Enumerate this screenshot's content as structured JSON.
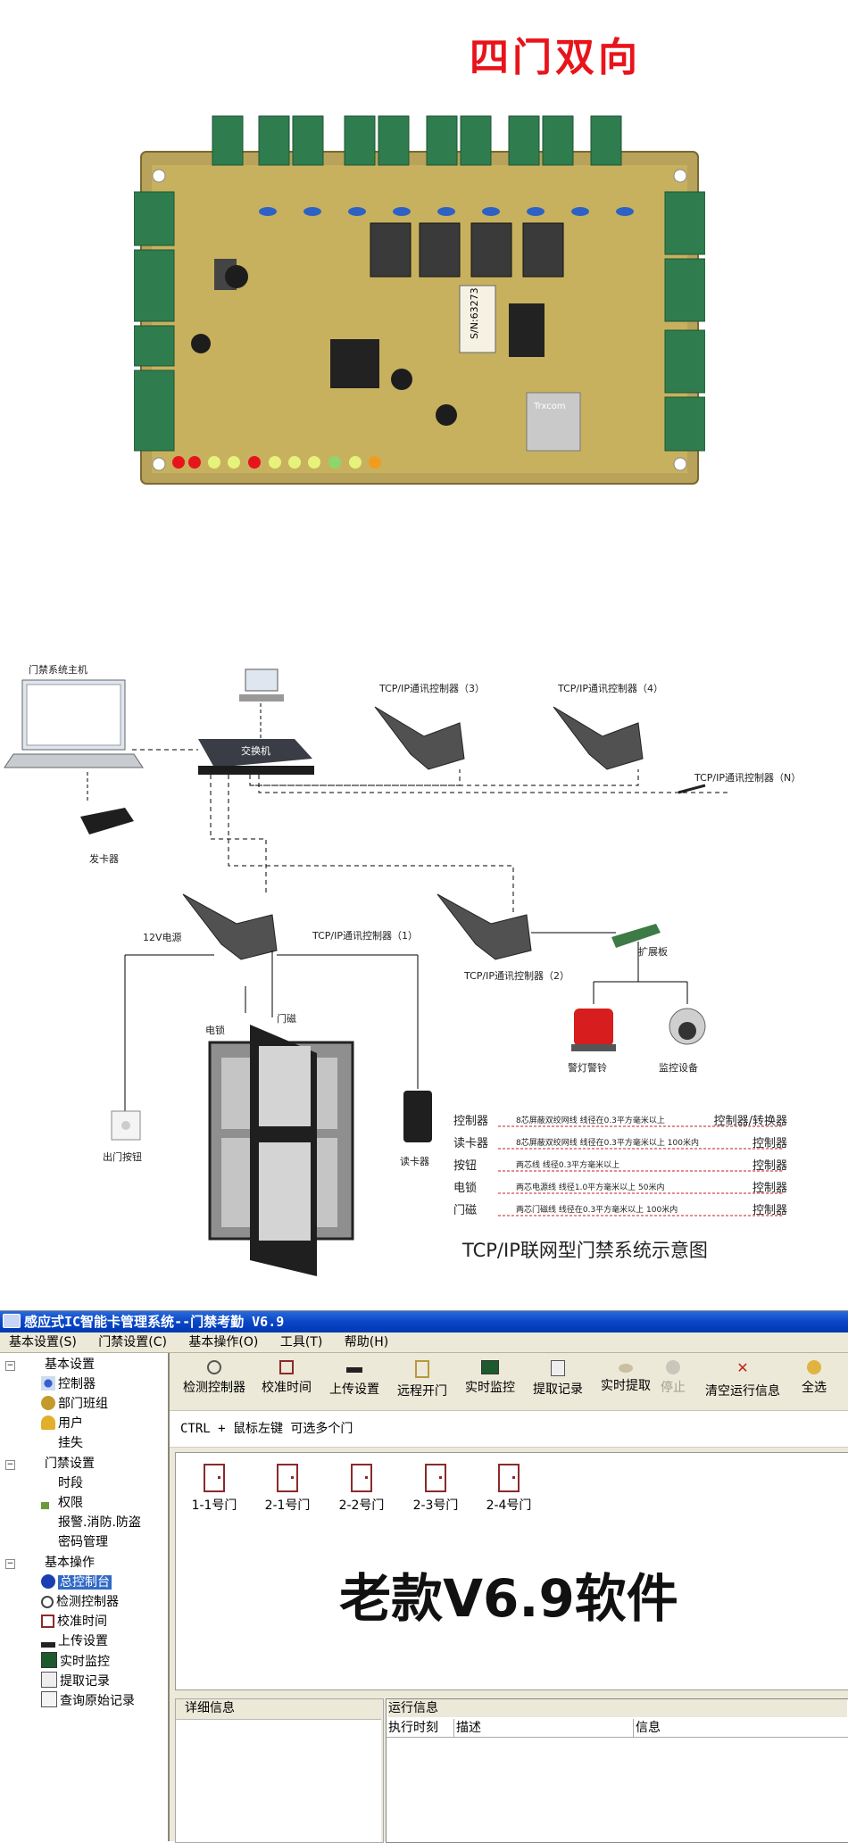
{
  "section1": {
    "title": "四门双向",
    "pcb": {
      "serial": "S/N:63273",
      "brand": "Trxcom"
    }
  },
  "diagram": {
    "host_label": "门禁系统主机",
    "switch_label": "交换机",
    "card_issuer_label": "发卡器",
    "controller3_label": "TCP/IP通讯控制器（3）",
    "controller4_label": "TCP/IP通讯控制器（4）",
    "controllerN_label": "TCP/IP通讯控制器（N）",
    "controller1_label": "TCP/IP通讯控制器（1）",
    "controller2_label": "TCP/IP通讯控制器（2）",
    "power_label": "12V电源",
    "expansion_label": "扩展板",
    "lock_label": "电锁",
    "magnet_label": "门磁",
    "exit_button_label": "出门按钮",
    "reader_label": "读卡器",
    "alarm_label": "警灯警铃",
    "monitor_label": "监控设备",
    "diagram_caption": "TCP/IP联网型门禁系统示意图",
    "wiring_table": [
      {
        "left": "控制器",
        "spec": "8芯屏蔽双绞网线   线径在0.3平方毫米以上",
        "right": "控制器/转换器"
      },
      {
        "left": "读卡器",
        "spec": "8芯屏蔽双绞网线   线径在0.3平方毫米以上   100米内",
        "right": "控制器"
      },
      {
        "left": "按钮",
        "spec": "两芯线   线径0.3平方毫米以上",
        "right": "控制器"
      },
      {
        "left": "电锁",
        "spec": "两芯电源线   线径1.0平方毫米以上   50米内",
        "right": "控制器"
      },
      {
        "left": "门磁",
        "spec": "两芯门磁线   线径在0.3平方毫米以上   100米内",
        "right": "控制器"
      }
    ]
  },
  "app": {
    "title": "感应式IC智能卡管理系统--门禁考勤 V6.9",
    "menu": [
      "基本设置(S)",
      "门禁设置(C)",
      "基本操作(O)",
      "工具(T)",
      "帮助(H)"
    ],
    "tree": {
      "group1": "基本设置",
      "g1_items": [
        "控制器",
        "部门班组",
        "用户",
        "挂失"
      ],
      "group2": "门禁设置",
      "g2_items": [
        "时段",
        "权限",
        "报警.消防.防盗",
        "密码管理"
      ],
      "group3": "基本操作",
      "g3_items": [
        "总控制台",
        "检测控制器",
        "校准时间",
        "上传设置",
        "实时监控",
        "提取记录",
        "查询原始记录"
      ]
    },
    "toolbar": [
      "检测控制器",
      "校准时间",
      "上传设置",
      "远程开门",
      "实时监控",
      "提取记录",
      "实时提取",
      "停止",
      "清空运行信息",
      "全选"
    ],
    "hint": "CTRL + 鼠标左键 可选多个门",
    "doors": [
      "1-1号门",
      "2-1号门",
      "2-2号门",
      "2-3号门",
      "2-4号门"
    ],
    "overlay": "老款V6.9软件",
    "detail_label": "详细信息",
    "run_info_label": "运行信息",
    "run_columns": [
      "执行时刻",
      "描述",
      "信息"
    ]
  }
}
